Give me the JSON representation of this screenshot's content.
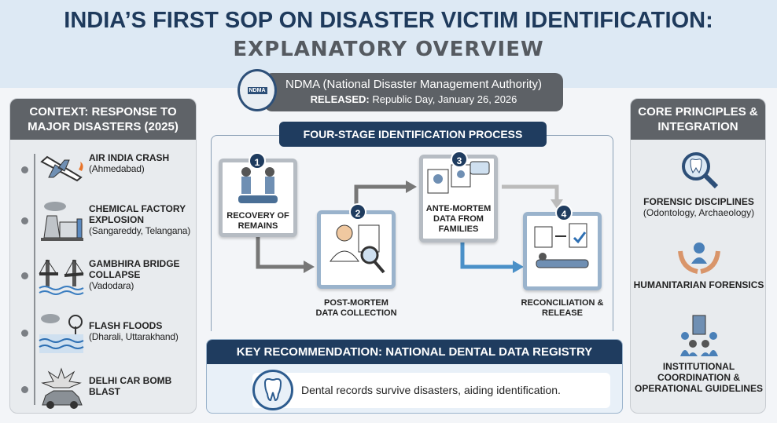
{
  "title": {
    "line1": "INDIA’S FIRST SOP ON DISASTER VICTIM IDENTIFICATION:",
    "line2": "EXPLANATORY OVERVIEW"
  },
  "authority": {
    "seal_text": "NDMA",
    "name": "NDMA (National Disaster Management Authority)",
    "released_label": "RELEASED:",
    "released_value": "Republic Day, January 26, 2026"
  },
  "context": {
    "header": "CONTEXT: RESPONSE TO MAJOR DISASTERS (2025)",
    "events": [
      {
        "name": "AIR INDIA CRASH",
        "place": "(Ahmedabad)",
        "icon": "plane-crash-icon"
      },
      {
        "name": "CHEMICAL FACTORY EXPLOSION",
        "place": "(Sangareddy, Telangana)",
        "icon": "factory-icon"
      },
      {
        "name": "GAMBHIRA BRIDGE COLLAPSE",
        "place": "(Vadodara)",
        "icon": "bridge-icon"
      },
      {
        "name": "FLASH FLOODS",
        "place": "(Dharali, Uttarakhand)",
        "icon": "flood-icon"
      },
      {
        "name": "DELHI CAR BOMB BLAST",
        "icon": "car-blast-icon"
      }
    ]
  },
  "process": {
    "title": "FOUR-STAGE IDENTIFICATION PROCESS",
    "stages": [
      {
        "num": "1",
        "label": "RECOVERY OF REMAINS"
      },
      {
        "num": "2",
        "label": "POST-MORTEM DATA COLLECTION"
      },
      {
        "num": "3",
        "label": "ANTE-MORTEM DATA FROM FAMILIES"
      },
      {
        "num": "4",
        "label": "RECONCILIATION & RELEASE"
      }
    ]
  },
  "key": {
    "header": "KEY RECOMMENDATION: NATIONAL DENTAL DATA REGISTRY",
    "text": "Dental records survive disasters, aiding identification."
  },
  "principles": {
    "header": "CORE PRINCIPLES & INTEGRATION",
    "items": [
      {
        "name": "FORENSIC DISCIPLINES",
        "detail": "(Odontology, Archaeology)"
      },
      {
        "name": "HUMANITARIAN FORENSICS"
      },
      {
        "name": "INSTITUTIONAL COORDINATION & OPERATIONAL GUIDELINES"
      }
    ]
  },
  "colors": {
    "navy": "#1f3c5f",
    "gray": "#5f6368",
    "lightblue": "#9ab3cc"
  }
}
